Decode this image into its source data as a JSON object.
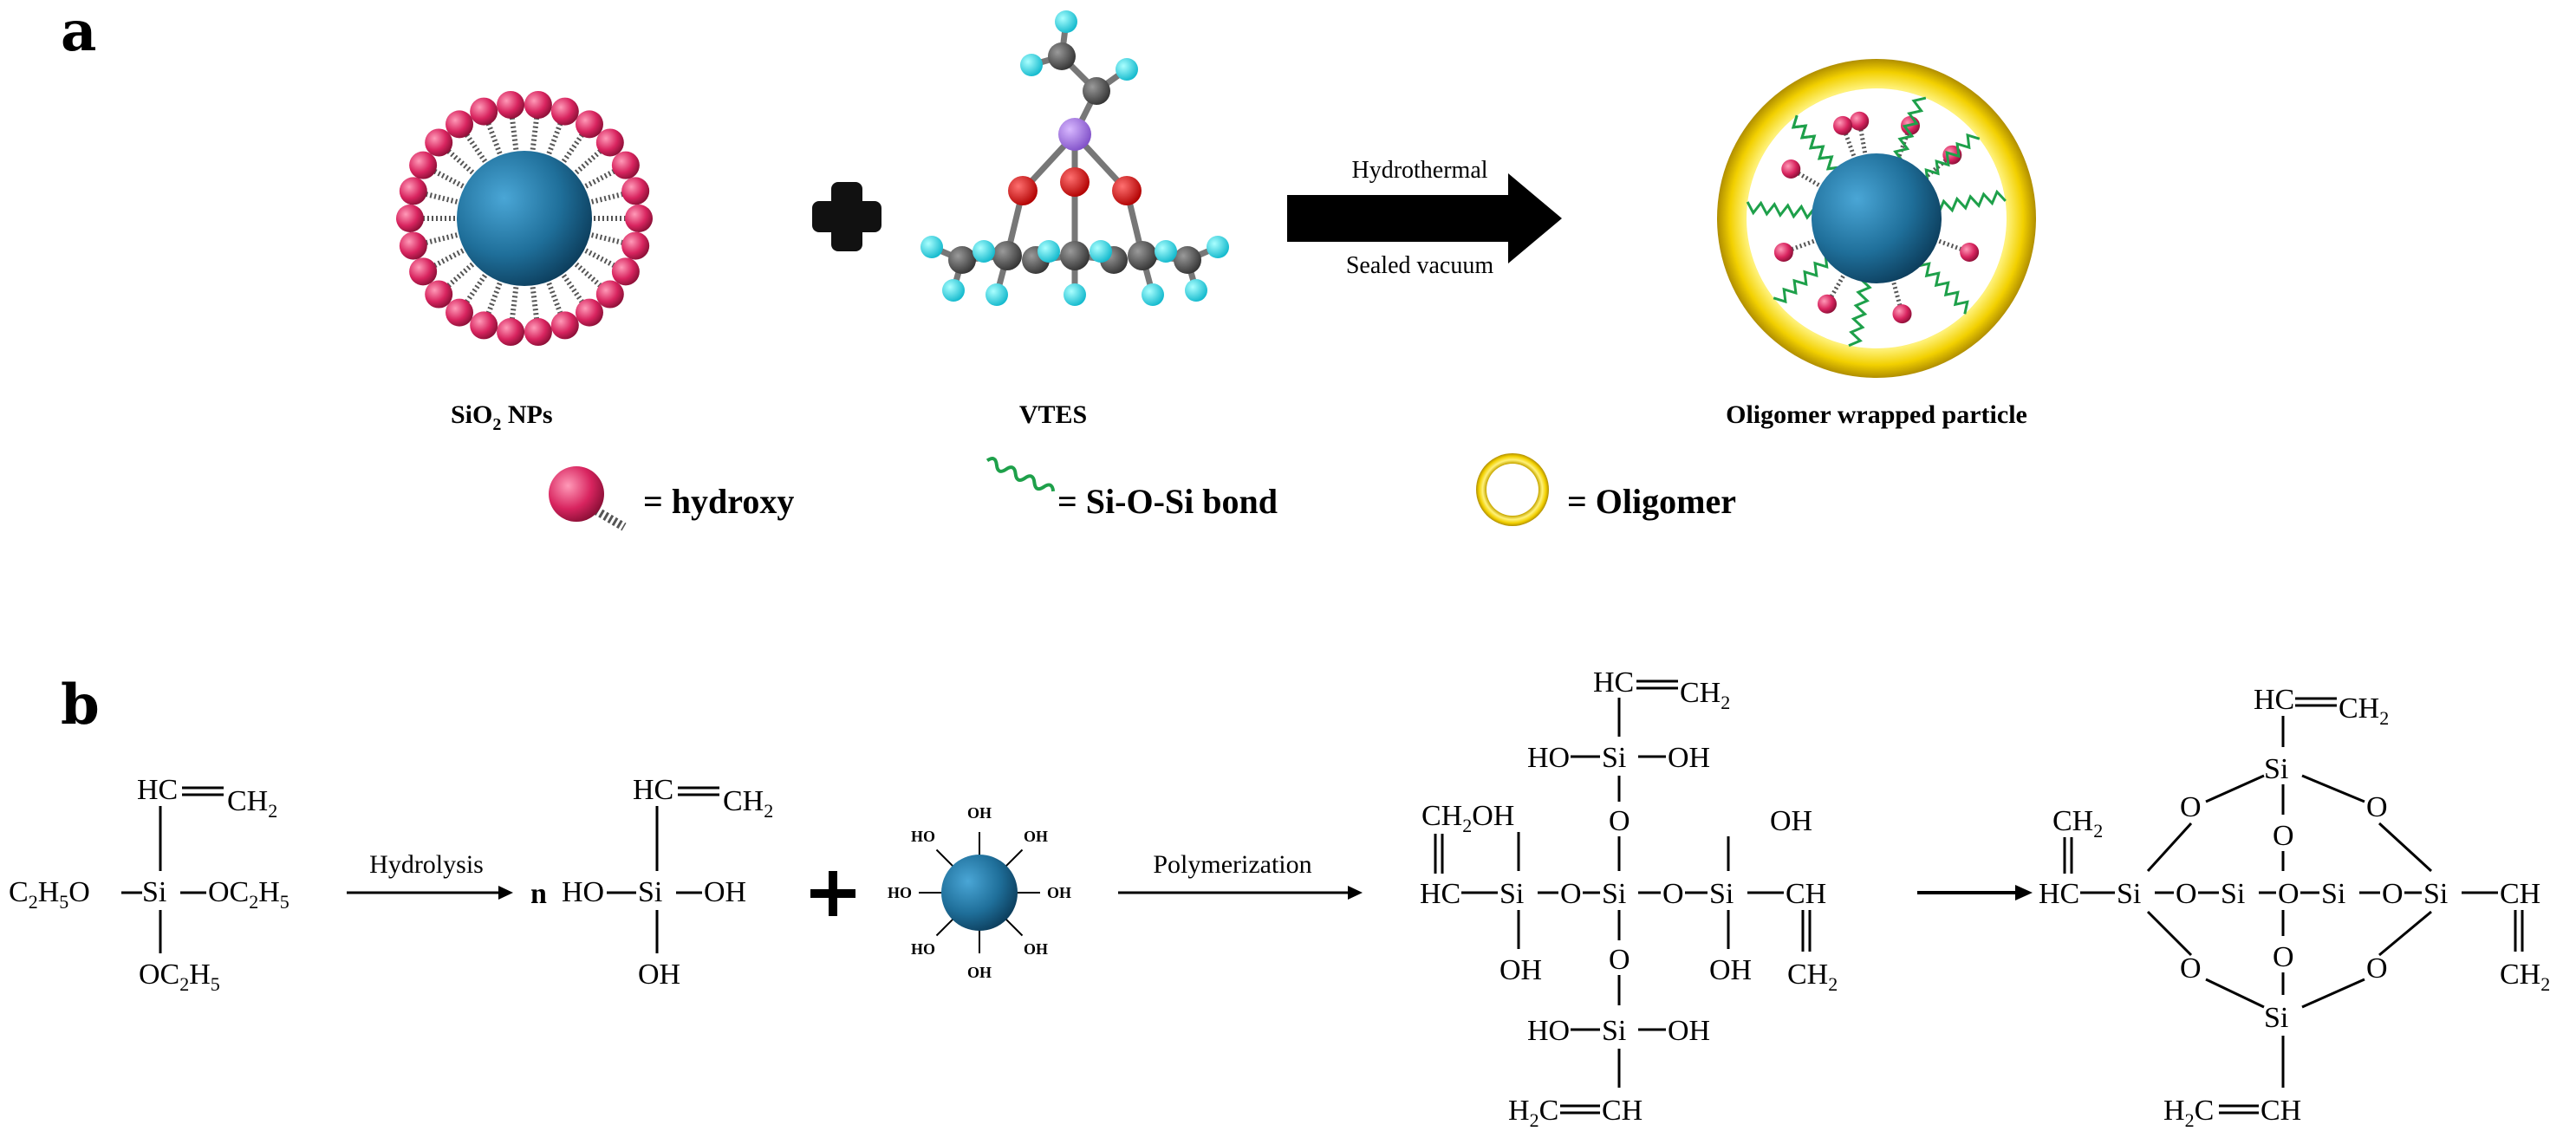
{
  "panel_a": {
    "label": "a",
    "sio2_label_main": "SiO",
    "sio2_label_sub": "2",
    "sio2_label_rest": " NPs",
    "vtes_label": "VTES",
    "arrow_top": "Hydrothermal",
    "arrow_bottom": "Sealed vacuum",
    "product_label": "Oligomer wrapped particle",
    "legend": {
      "hydroxy": "= hydroxy",
      "bond": "= Si-O-Si bond",
      "oligomer": "= Oligomer"
    },
    "colors": {
      "core": "#1f6f9a",
      "hydroxy": "#d8245f",
      "oligomer": "#f2d000",
      "bond": "#1ea04a",
      "carbon": "#555555",
      "hydrogen": "#1ad8e8",
      "oxygen": "#e00000",
      "silicon": "#a070e0"
    }
  },
  "panel_b": {
    "label": "b",
    "arrow1_label": "Hydrolysis",
    "arrow2_label": "Polymerization",
    "vtes": {
      "top": "HC",
      "top_right": "CH",
      "top_right_sub": "2",
      "left": "C",
      "left_sub1": "2",
      "left_mid": "H",
      "left_sub2": "5",
      "left_end": "O",
      "si": "Si",
      "right_start": "OC",
      "right_sub1": "2",
      "right_mid": "H",
      "right_sub2": "5",
      "bottom_start": "OC",
      "bottom_sub1": "2",
      "bottom_mid": "H",
      "bottom_sub2": "5"
    },
    "silanol": {
      "n": "n",
      "top": "HC",
      "top_right": "CH",
      "top_right_sub": "2",
      "left": "HO",
      "si": "Si",
      "right": "OH",
      "bottom": "OH"
    },
    "particle_oh_left": "HO",
    "particle_oh_right": "OH",
    "oligomer": {
      "top_vinyl": "HC",
      "top_vinyl_end": "CH",
      "sub2": "2",
      "ho": "HO",
      "oh": "OH",
      "si": "Si",
      "o": "O",
      "left_top": "CH",
      "left_top_end": "OH",
      "hc": "HC",
      "ch": "CH",
      "bottom_vinyl_start": "H",
      "bottom_vinyl_c": "C",
      "bottom_vinyl_end": "CH"
    },
    "cage": {
      "si": "Si",
      "o": "O",
      "hc": "HC",
      "ch": "CH",
      "ch2": "CH",
      "sub2": "2",
      "h2c_h": "H",
      "h2c_c": "C",
      "bottom_end": "CH"
    }
  }
}
